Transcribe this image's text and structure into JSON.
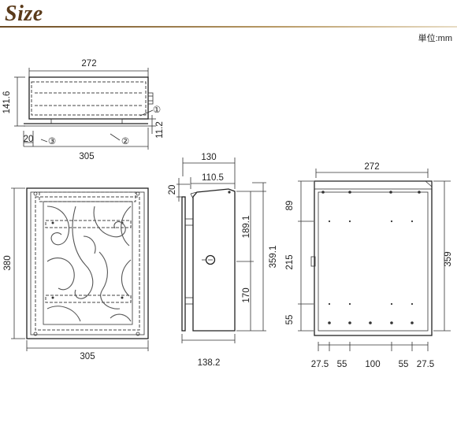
{
  "header": {
    "title": "Size",
    "unit": "単位:mm"
  },
  "top_view": {
    "dim_width": "272",
    "dim_height": "141.6",
    "dim_base_width": "305",
    "dim_base_gap": "11.2",
    "dim_small": "20",
    "callout_1": "①",
    "callout_2": "②",
    "callout_3": "③"
  },
  "front_view": {
    "dim_width": "305",
    "dim_height": "380"
  },
  "side_view": {
    "dim_depth": "130",
    "dim_inner_depth": "110.5",
    "dim_top": "20",
    "dim_upper": "189.1",
    "dim_lower": "170",
    "dim_total": "359.1",
    "dim_base_depth": "138.2"
  },
  "back_view": {
    "dim_width": "272",
    "dim_height": "359",
    "dim_v_top": "89",
    "dim_v_mid": "215",
    "dim_v_bottom": "55",
    "dim_h_1": "27.5",
    "dim_h_2": "55",
    "dim_h_3": "100",
    "dim_h_4": "55",
    "dim_h_5": "27.5"
  }
}
